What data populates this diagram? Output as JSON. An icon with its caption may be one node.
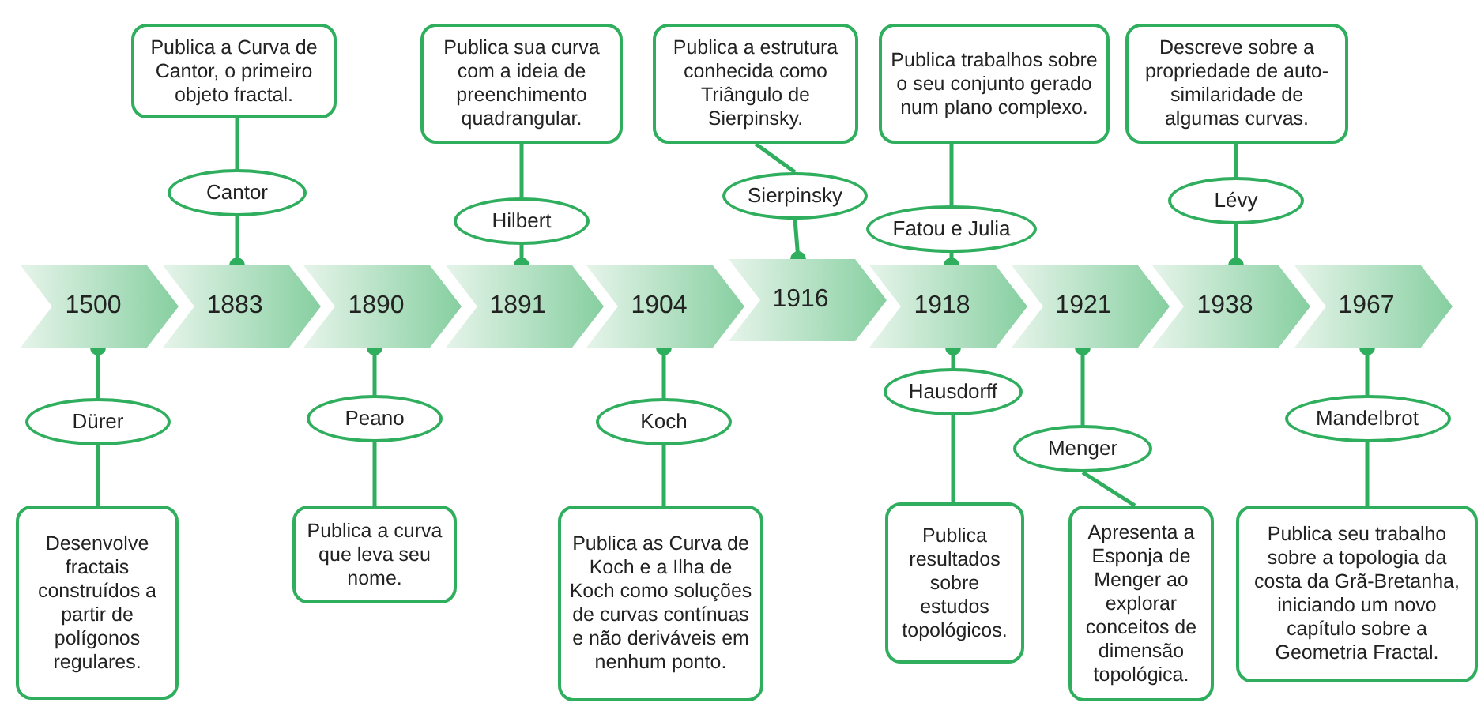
{
  "diagram": {
    "nodes": [
      {
        "text": [
          "1500"
        ]
      },
      {
        "text": [
          "1883"
        ]
      },
      {
        "text": [
          "1890"
        ]
      },
      {
        "text": [
          "1891"
        ]
      },
      {
        "text": [
          "1904"
        ]
      },
      {
        "text": [
          "1916"
        ]
      },
      {
        "text": [
          "1918"
        ]
      },
      {
        "text": [
          "1921"
        ]
      },
      {
        "text": [
          "1938"
        ]
      },
      {
        "text": [
          "1967"
        ]
      },
      {
        "text": [
          "Dürer"
        ]
      },
      {
        "text": [
          "Cantor"
        ]
      },
      {
        "text": [
          "Peano"
        ]
      },
      {
        "text": [
          "Hilbert"
        ]
      },
      {
        "text": [
          "Koch"
        ]
      },
      {
        "text": [
          "Sierpinsky"
        ]
      },
      {
        "text": [
          "Fatou e Julia"
        ]
      },
      {
        "text": [
          "Hausdorff"
        ]
      },
      {
        "text": [
          "Menger"
        ]
      },
      {
        "text": [
          "Lévy"
        ]
      },
      {
        "text": [
          "Mandelbrot"
        ]
      },
      {
        "text": [
          "Desenvolve fractais construídos a partir de polígonos regulares."
        ]
      },
      {
        "text": [
          "Publica a Curva de Cantor, o primeiro objeto fractal."
        ]
      },
      {
        "text": [
          "Publica a curva que leva seu nome."
        ]
      },
      {
        "text": [
          "Publica sua curva com a ideia de preenchimento quadrangular."
        ]
      },
      {
        "text": [
          "Publica as Curva de Koch e a Ilha de Koch como soluções de curvas contínuas e não deriváveis em nenhum ponto."
        ]
      },
      {
        "text": [
          "Publica a estrutura conhecida como Triângulo de Sierpinsky."
        ]
      },
      {
        "text": [
          "Publica trabalhos sobre o seu conjunto gerado num plano complexo."
        ]
      },
      {
        "text": [
          "Publica resultados sobre estudos topológicos."
        ]
      },
      {
        "text": [
          "Apresenta a Esponja de Menger ao explorar conceitos de dimensão topológica."
        ]
      },
      {
        "text": [
          "Descreve sobre a propriedade de auto-similaridade de algumas curvas."
        ]
      },
      {
        "text": [
          "Publica seu trabalho sobre a topologia da costa da Grã-Bretanha, iniciando um novo capítulo sobre a Geometria Fractal."
        ]
      }
    ],
    "edges": [
      {
        "from": 0,
        "to": 10,
        "arrow": "other"
      },
      {
        "from": 1,
        "to": 11,
        "arrow": "other"
      },
      {
        "from": 2,
        "to": 12,
        "arrow": "other"
      },
      {
        "from": 3,
        "to": 13,
        "arrow": "other"
      },
      {
        "from": 4,
        "to": 14,
        "arrow": "other"
      },
      {
        "from": 5,
        "to": 15,
        "arrow": "other"
      },
      {
        "from": 6,
        "to": 16,
        "arrow": "other"
      },
      {
        "from": 6,
        "to": 17,
        "arrow": "other"
      },
      {
        "from": 7,
        "to": 18,
        "arrow": "other"
      },
      {
        "from": 8,
        "to": 19,
        "arrow": "other"
      },
      {
        "from": 9,
        "to": 20,
        "arrow": "other"
      },
      {
        "from": 10,
        "to": 21,
        "arrow": "none"
      },
      {
        "from": 11,
        "to": 22,
        "arrow": "none"
      },
      {
        "from": 12,
        "to": 23,
        "arrow": "none"
      },
      {
        "from": 13,
        "to": 24,
        "arrow": "none"
      },
      {
        "from": 14,
        "to": 25,
        "arrow": "none"
      },
      {
        "from": 15,
        "to": 26,
        "arrow": "none"
      },
      {
        "from": 16,
        "to": 27,
        "arrow": "none"
      },
      {
        "from": 17,
        "to": 28,
        "arrow": "none"
      },
      {
        "from": 18,
        "to": 29,
        "arrow": "none"
      },
      {
        "from": 19,
        "to": 30,
        "arrow": "none"
      },
      {
        "from": 20,
        "to": 31,
        "arrow": "none"
      }
    ]
  }
}
